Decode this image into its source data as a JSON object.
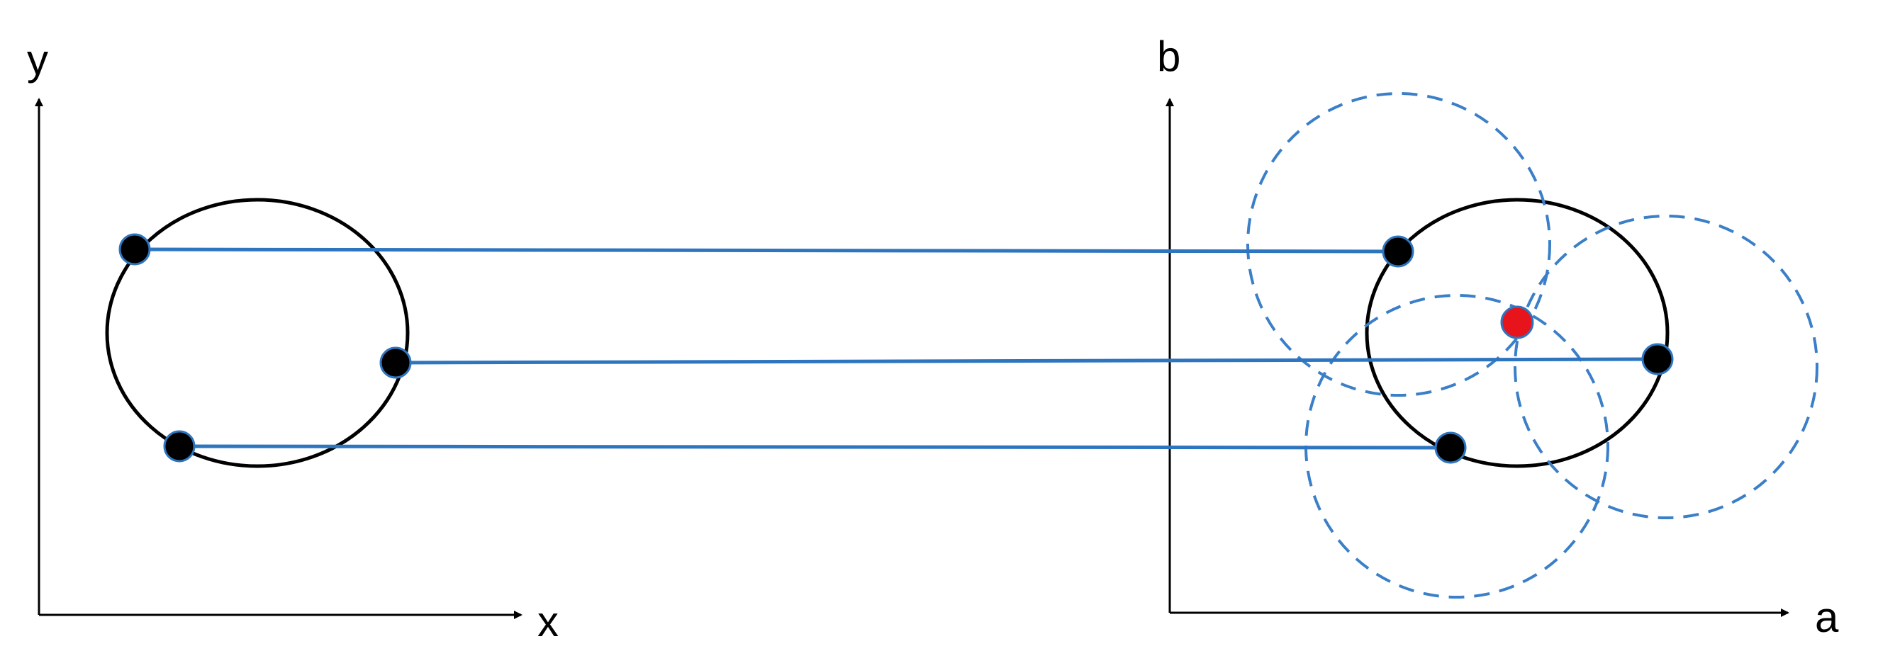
{
  "labels": {
    "image_space_y": "y",
    "image_space_x": "x",
    "param_space_b": "b",
    "param_space_a": "a"
  },
  "colors": {
    "axis": "#000000",
    "circle": "#000000",
    "connector": "#2e75c0",
    "vote_circle": "#3a7fc8",
    "edge_point": "#000000",
    "detected_center": "#e8141c"
  },
  "image_space": {
    "edge_points": 3
  },
  "parameter_space": {
    "vote_circles": 3,
    "detected_center": 1
  }
}
